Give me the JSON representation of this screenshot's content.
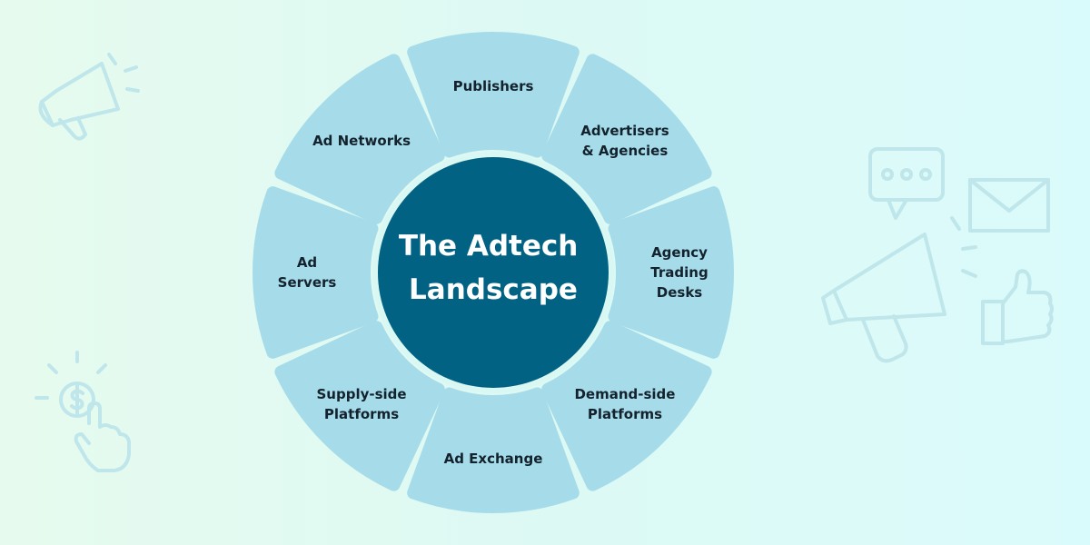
{
  "diagram": {
    "center": {
      "title_line1": "The Adtech",
      "title_line2": "Landscape"
    },
    "segments": [
      {
        "id": "publishers",
        "lines": [
          "Publishers"
        ]
      },
      {
        "id": "advertisers-agencies",
        "lines": [
          "Advertisers",
          "& Agencies"
        ]
      },
      {
        "id": "agency-trading-desks",
        "lines": [
          "Agency",
          "Trading",
          "Desks"
        ]
      },
      {
        "id": "demand-side-platforms",
        "lines": [
          "Demand-side",
          "Platforms"
        ]
      },
      {
        "id": "ad-exchange",
        "lines": [
          "Ad Exchange"
        ]
      },
      {
        "id": "supply-side-platforms",
        "lines": [
          "Supply-side",
          "Platforms"
        ]
      },
      {
        "id": "ad-servers",
        "lines": [
          "Ad",
          "Servers"
        ]
      },
      {
        "id": "ad-networks",
        "lines": [
          "Ad Networks"
        ]
      }
    ]
  },
  "colors": {
    "segment_fill": "#a6dcea",
    "segment_gap": "#d9f8f3",
    "center_fill": "#026283",
    "center_ring": "#d9f8f3",
    "label_text": "#13222c",
    "title_text": "#ffffff",
    "decoration_stroke": "#bfe6ea"
  },
  "decorations": [
    {
      "icon": "megaphone-icon"
    },
    {
      "icon": "dollar-click-icon"
    },
    {
      "icon": "chat-bubble-icon"
    },
    {
      "icon": "envelope-icon"
    },
    {
      "icon": "megaphone-large-icon"
    },
    {
      "icon": "thumbs-up-icon"
    }
  ]
}
